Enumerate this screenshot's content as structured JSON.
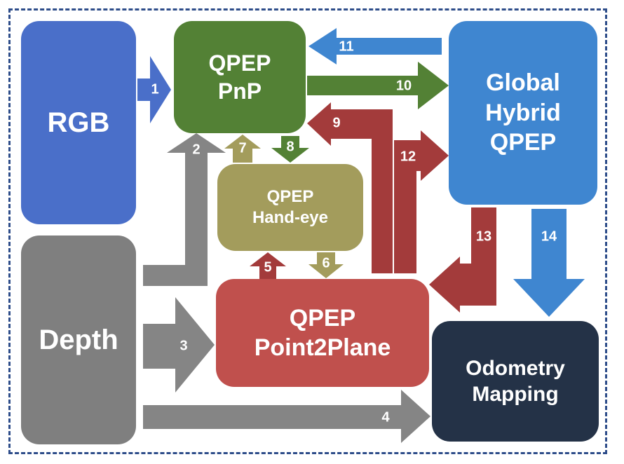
{
  "colors": {
    "rgb": "#4a6fc9",
    "depth": "#7f7f7f",
    "pnp": "#538135",
    "handeye": "#a39c5c",
    "point2plane": "#c0504d",
    "hybrid": "#3f86d0",
    "odometry": "#243247",
    "gray_arrow": "#858585",
    "red_arrow": "#a33b3b",
    "border": "#2e4d8a"
  },
  "nodes": {
    "rgb": {
      "line1": "RGB"
    },
    "depth": {
      "line1": "Depth"
    },
    "pnp": {
      "line1": "QPEP",
      "line2": "PnP"
    },
    "handeye": {
      "line1": "QPEP",
      "line2": "Hand-eye"
    },
    "point2plane": {
      "line1": "QPEP",
      "line2": "Point2Plane"
    },
    "hybrid": {
      "line1": "Global",
      "line2": "Hybrid",
      "line3": "QPEP"
    },
    "odometry": {
      "line1": "Odometry",
      "line2": "Mapping"
    }
  },
  "arrows": {
    "a1": "1",
    "a2": "2",
    "a3": "3",
    "a4": "4",
    "a5": "5",
    "a6": "6",
    "a7": "7",
    "a8": "8",
    "a9": "9",
    "a10": "10",
    "a11": "11",
    "a12": "12",
    "a13": "13",
    "a14": "14"
  }
}
